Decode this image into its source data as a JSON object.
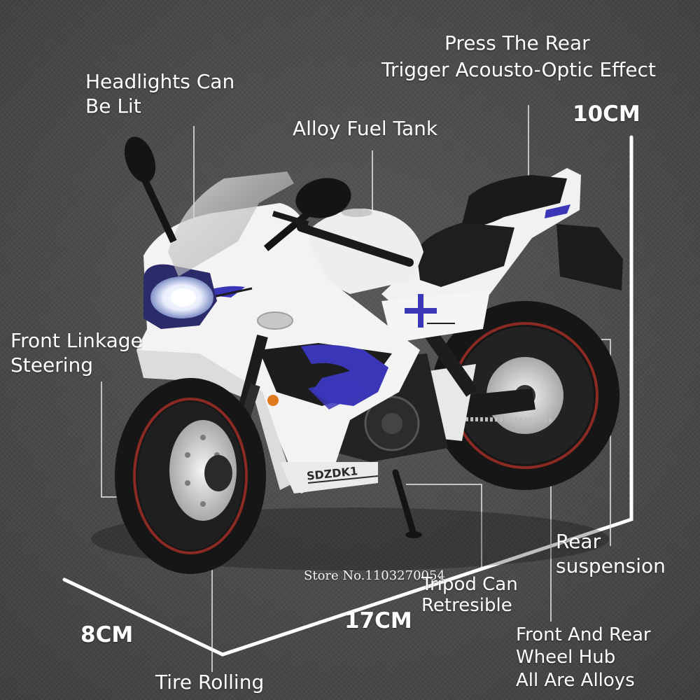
{
  "labels": {
    "press_line1": "Press The Rear",
    "press_line2": "Trigger Acousto-Optic Effect",
    "headlights_line1": "Headlights Can",
    "headlights_line2": "Be Lit",
    "fuel_tank": "Alloy Fuel Tank",
    "front_linkage_line1": "Front Linkage",
    "front_linkage_line2": "Steering",
    "rear_suspension_line1": "Rear",
    "rear_suspension_line2": "suspension",
    "tripod_line1": "Tripod Can",
    "tripod_line2": "Retresible",
    "wheel_hub_line1": "Front And Rear",
    "wheel_hub_line2": "Wheel Hub",
    "wheel_hub_line3": "All Are Alloys",
    "tire_rolling": "Tire Rolling"
  },
  "dimensions": {
    "height": "10CM",
    "width": "8CM",
    "length": "17CM"
  },
  "watermark": "Store No.1103270054",
  "decal": "SDZDK1",
  "colors": {
    "body": "#f1f1f1",
    "accent": "#3a36b8",
    "tire": "#161616",
    "rim_stripe": "#8a2a22"
  }
}
